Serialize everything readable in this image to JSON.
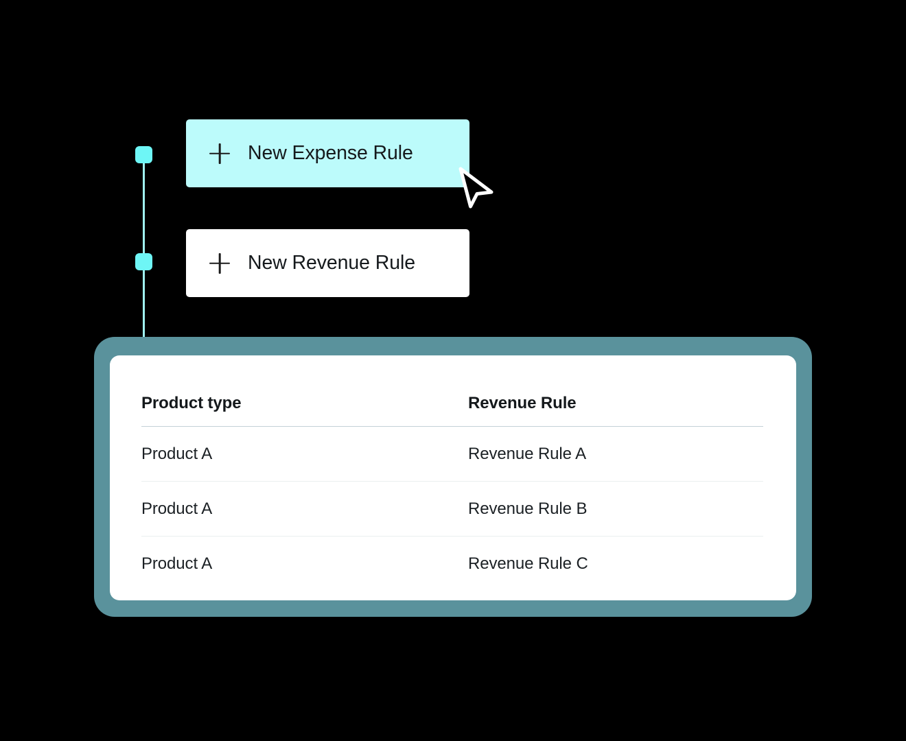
{
  "flow": {
    "nodes": [
      {
        "name": "expense-node",
        "color": "#6ef6f6"
      },
      {
        "name": "revenue-node",
        "color": "#6ef6f6"
      }
    ],
    "connector_color": "#9ff0ef"
  },
  "actions": {
    "expense_rule": {
      "label": "New Expense Rule",
      "icon": "plus-icon",
      "state": "highlighted",
      "background": "#bcfbfb"
    },
    "revenue_rule": {
      "label": "New Revenue Rule",
      "icon": "plus-icon",
      "state": "default",
      "background": "#ffffff"
    }
  },
  "cursor": {
    "icon": "arrow-cursor-icon",
    "over": "New Expense Rule"
  },
  "rules_table": {
    "frame_color": "#5a929c",
    "columns": [
      "Product type",
      "Revenue Rule"
    ],
    "rows": [
      [
        "Product A",
        "Revenue Rule A"
      ],
      [
        "Product A",
        "Revenue Rule B"
      ],
      [
        "Product A",
        "Revenue Rule C"
      ]
    ]
  }
}
